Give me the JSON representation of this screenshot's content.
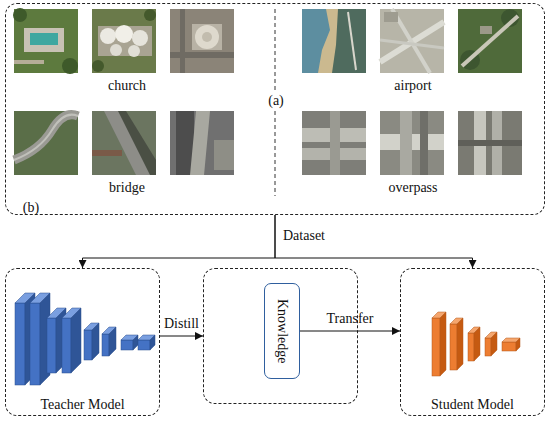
{
  "diagram": {
    "nodes": [
      {
        "text": [
          "church",
          "airport",
          "(a)",
          "bridge",
          "overpass",
          "(b)"
        ]
      },
      {
        "text": [
          "Teacher Model"
        ]
      },
      {
        "text": []
      },
      {
        "text": [
          "Knowledge"
        ],
        "in": 2
      },
      {
        "text": [
          "Student Model"
        ]
      }
    ],
    "edges": [
      {
        "from": 0,
        "to": 1,
        "arrow": "to",
        "label": "Dataset"
      },
      {
        "from": 0,
        "to": 4,
        "arrow": "to"
      },
      {
        "from": 1,
        "to": 2,
        "arrow": "to",
        "label": "Distill"
      },
      {
        "from": 3,
        "to": 4,
        "arrow": "to",
        "label": "Transfer"
      }
    ]
  }
}
